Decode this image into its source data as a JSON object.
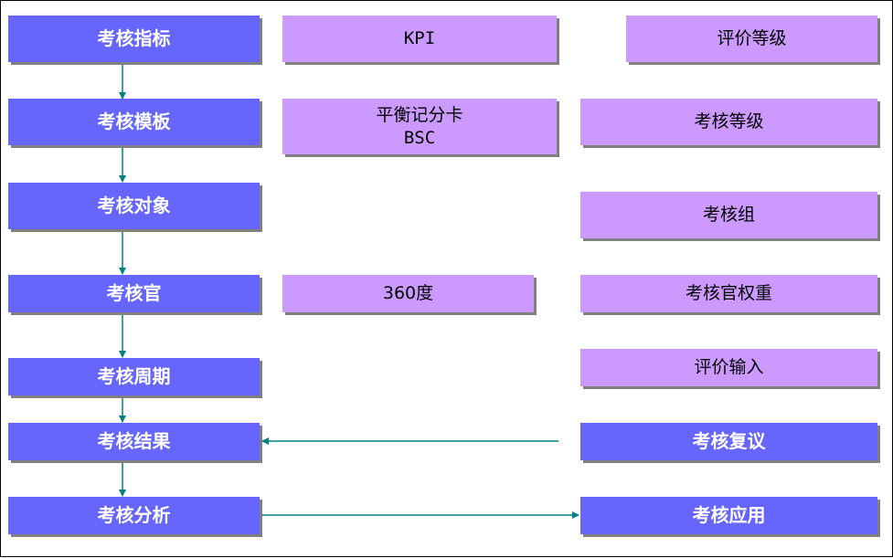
{
  "left_column": [
    {
      "id": "kpi-index",
      "label": "考核指标"
    },
    {
      "id": "template",
      "label": "考核模板"
    },
    {
      "id": "target",
      "label": "考核对象"
    },
    {
      "id": "assessor",
      "label": "考核官"
    },
    {
      "id": "cycle",
      "label": "考核周期"
    },
    {
      "id": "result",
      "label": "考核结果"
    },
    {
      "id": "analysis",
      "label": "考核分析"
    }
  ],
  "middle_column": {
    "kpi": "KPI",
    "bsc_line1": "平衡记分卡",
    "bsc_line2": "BSC",
    "degree360": "360度"
  },
  "right_column": {
    "evaluation_grade": "评价等级",
    "assessment_grade": "考核等级",
    "assessment_group": "考核组",
    "assessor_weight": "考核官权重",
    "evaluation_input": "评价输入",
    "review": "考核复议",
    "application": "考核应用"
  },
  "colors": {
    "blue_box": "#6666ff",
    "lilac_box": "#cc99ff",
    "connector": "#008080",
    "shadow": "#808080"
  }
}
